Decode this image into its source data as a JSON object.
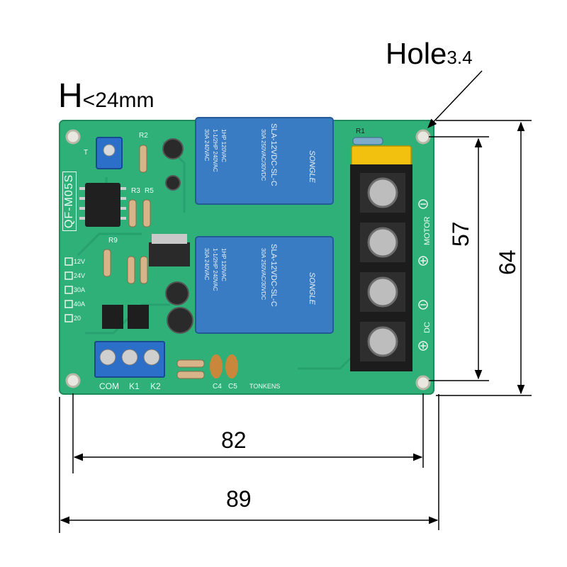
{
  "labels": {
    "height_prefix": "H",
    "height_value": "<24mm",
    "hole_prefix": "Hole",
    "hole_value": "3.4"
  },
  "dimensions": {
    "hole_spacing_width": "82",
    "board_width": "89",
    "hole_spacing_height": "57",
    "board_height": "64"
  },
  "board": {
    "model": "QF-M05S",
    "silkscreen": {
      "terminal_labels": [
        "COM",
        "K1",
        "K2"
      ],
      "capacitor_labels": [
        "C4",
        "C5"
      ],
      "trimmer_label": "T",
      "resistor_labels": [
        "R2",
        "R1",
        "R3",
        "R5",
        "R9"
      ],
      "motor_label": "MOTOR",
      "dc_label": "DC",
      "option_labels": [
        "12V",
        "24V",
        "30A",
        "40A",
        "20"
      ],
      "maker": "TONKENS"
    },
    "relay": {
      "brand": "SONGLE",
      "model": "SLA-12VDC-SL-C",
      "ratings": [
        "30A 250VAC/30VDC",
        "1HP 120VAC",
        "1-1/2HP 240VAC",
        "30A 240VAC"
      ]
    },
    "colors": {
      "pcb": "#2fb078",
      "relay": "#3a7cc4",
      "terminal_blue": "#2b6fc9",
      "terminal_black": "#1c1c1c",
      "pot_yellow": "#f2c10f"
    }
  }
}
